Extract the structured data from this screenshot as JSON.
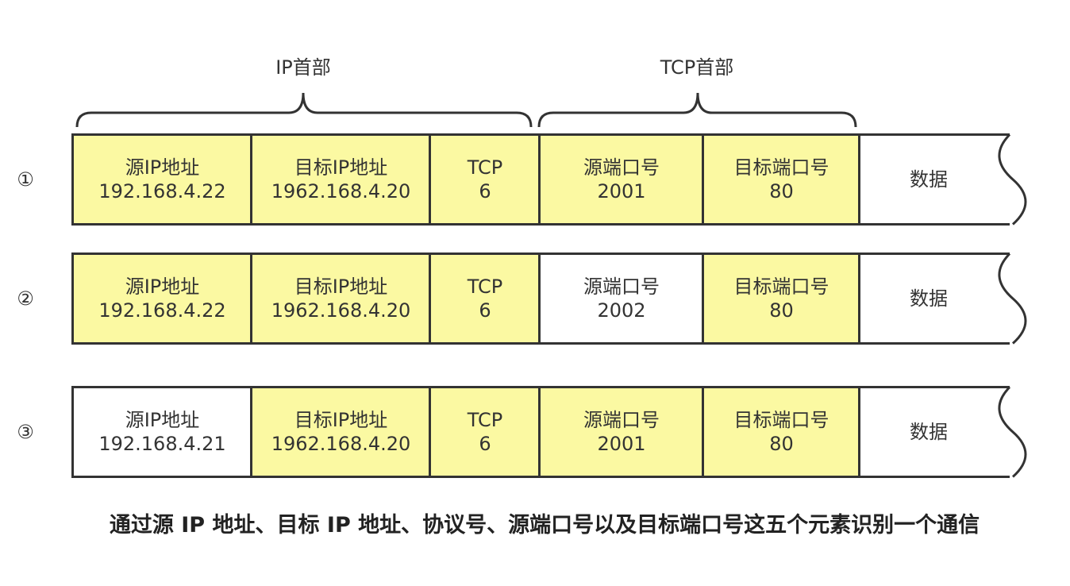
{
  "headers": {
    "ip": "IP首部",
    "tcp": "TCP首部"
  },
  "rows": [
    {
      "marker": "①",
      "src_ip": {
        "label": "源IP地址",
        "value": "192.168.4.22"
      },
      "dst_ip": {
        "label": "目标IP地址",
        "value": "1962.168.4.20"
      },
      "protocol": {
        "label": "TCP",
        "value": "6"
      },
      "src_port": {
        "label": "源端口号",
        "value": "2001"
      },
      "dst_port": {
        "label": "目标端口号",
        "value": "80"
      },
      "data": "数据"
    },
    {
      "marker": "②",
      "src_ip": {
        "label": "源IP地址",
        "value": "192.168.4.22"
      },
      "dst_ip": {
        "label": "目标IP地址",
        "value": "1962.168.4.20"
      },
      "protocol": {
        "label": "TCP",
        "value": "6"
      },
      "src_port": {
        "label": "源端口号",
        "value": "2002"
      },
      "dst_port": {
        "label": "目标端口号",
        "value": "80"
      },
      "data": "数据"
    },
    {
      "marker": "③",
      "src_ip": {
        "label": "源IP地址",
        "value": "192.168.4.21"
      },
      "dst_ip": {
        "label": "目标IP地址",
        "value": "1962.168.4.20"
      },
      "protocol": {
        "label": "TCP",
        "value": "6"
      },
      "src_port": {
        "label": "源端口号",
        "value": "2001"
      },
      "dst_port": {
        "label": "目标端口号",
        "value": "80"
      },
      "data": "数据"
    }
  ],
  "caption": "通过源 IP 地址、目标 IP 地址、协议号、源端口号以及目标端口号这五个元素识别一个通信",
  "colors": {
    "highlight": "#fbf9a2",
    "plain": "#ffffff",
    "stroke": "#333333"
  }
}
